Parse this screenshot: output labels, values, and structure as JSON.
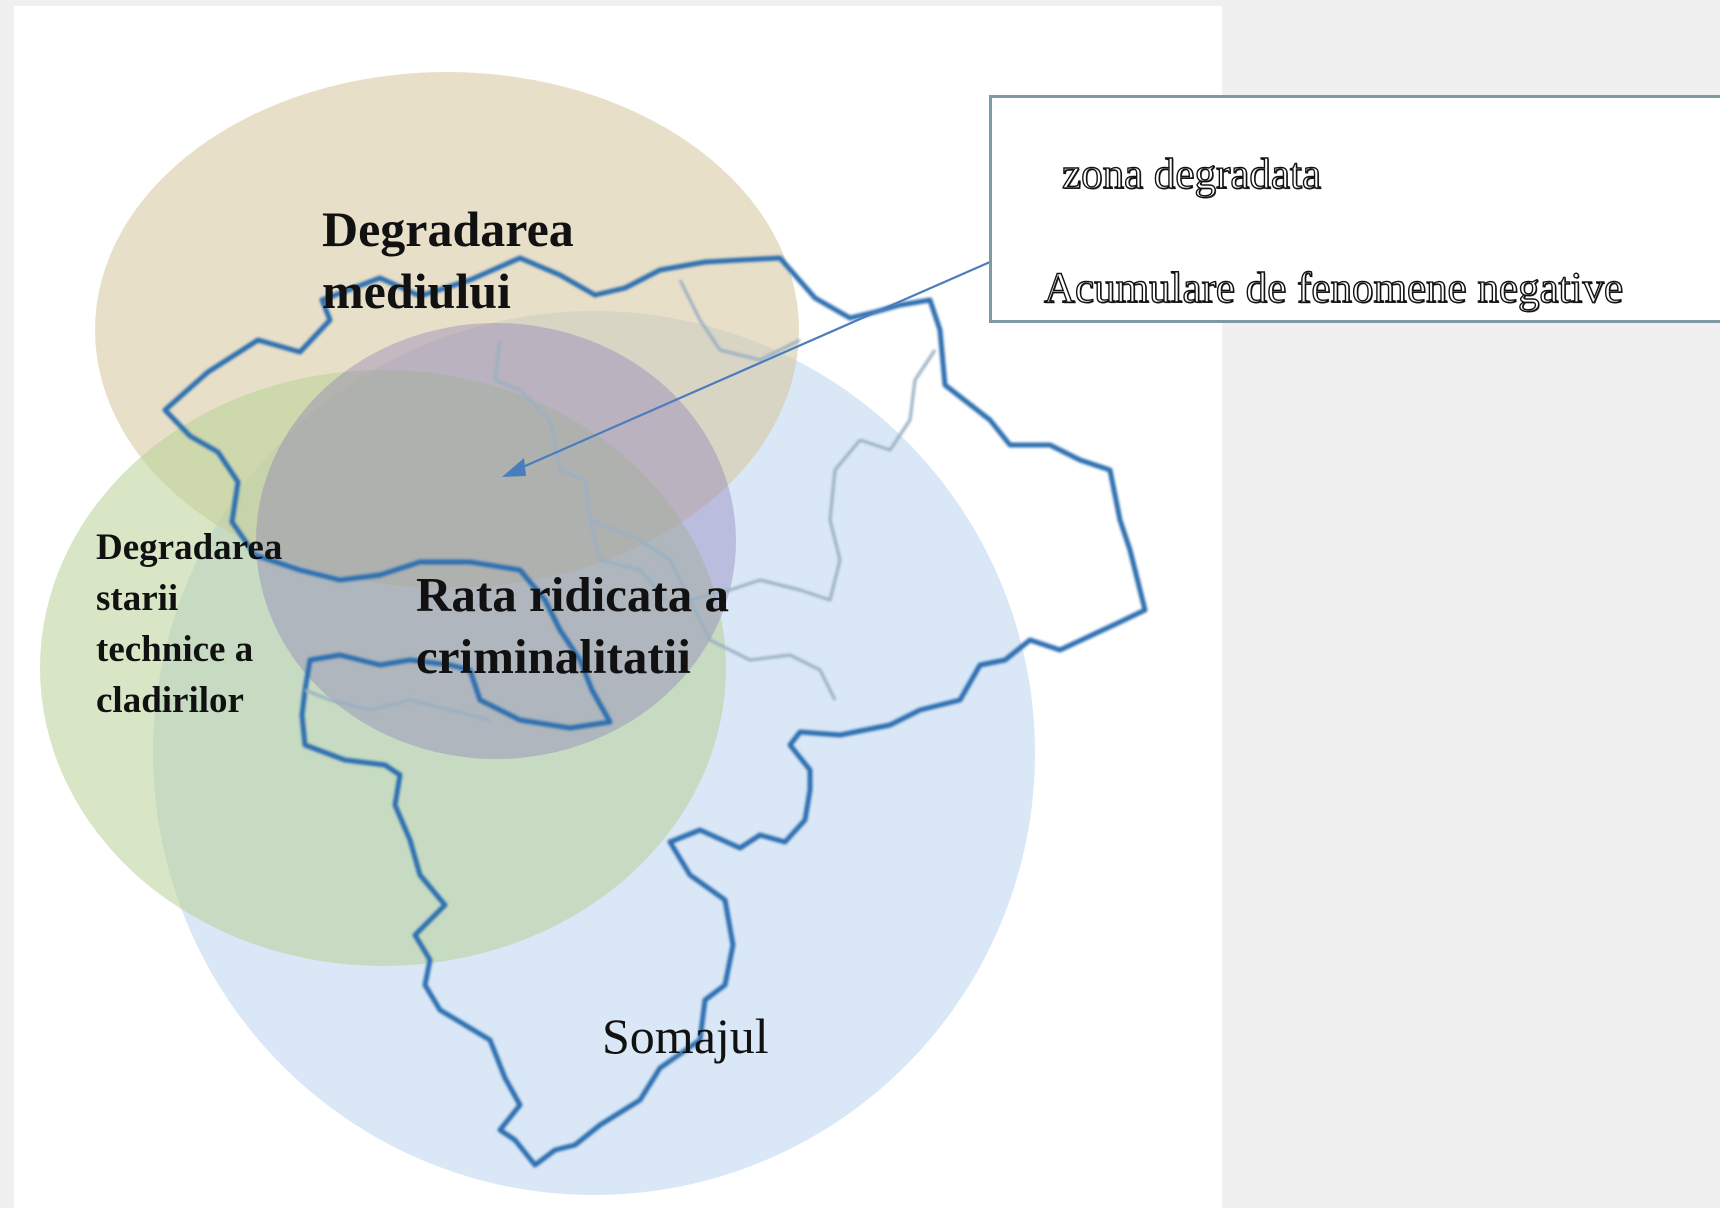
{
  "labels": {
    "environment": [
      "Degradarea",
      "mediului"
    ],
    "technical": [
      "Degradarea",
      "starii",
      "technice a",
      "cladirilor"
    ],
    "crime": [
      "Rata ridicata a",
      "criminalitatii"
    ],
    "unemployment": "Somajul"
  },
  "legend": {
    "title": "zona degradata",
    "description": "Acumulare de fenomene negative"
  },
  "colors": {
    "environment_circle": "#d8c9a4",
    "technical_circle": "#b7d096",
    "crime_circle": "#8b77b8",
    "unemployment_circle": "#cfe0f2",
    "map_outline": "#2e6fb0",
    "pointer": "#4a7dbd"
  }
}
